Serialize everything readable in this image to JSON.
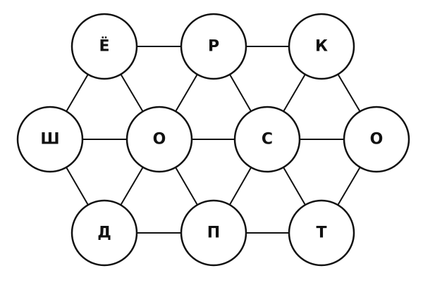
{
  "colors": {
    "stroke": "#111111",
    "fill": "#ffffff"
  },
  "nodes": [
    {
      "id": "top-left",
      "letter": "Ё"
    },
    {
      "id": "top-middle",
      "letter": "Р"
    },
    {
      "id": "top-right",
      "letter": "К"
    },
    {
      "id": "middle-1",
      "letter": "Ш"
    },
    {
      "id": "middle-2",
      "letter": "О"
    },
    {
      "id": "middle-3",
      "letter": "С"
    },
    {
      "id": "middle-4",
      "letter": "О"
    },
    {
      "id": "bottom-left",
      "letter": "Д"
    },
    {
      "id": "bottom-middle",
      "letter": "П"
    },
    {
      "id": "bottom-right",
      "letter": "Т"
    }
  ],
  "edges": [
    [
      "top-left",
      "top-middle"
    ],
    [
      "top-middle",
      "top-right"
    ],
    [
      "middle-1",
      "middle-2"
    ],
    [
      "middle-2",
      "middle-3"
    ],
    [
      "middle-3",
      "middle-4"
    ],
    [
      "bottom-left",
      "bottom-middle"
    ],
    [
      "bottom-middle",
      "bottom-right"
    ],
    [
      "top-left",
      "middle-1"
    ],
    [
      "top-left",
      "middle-2"
    ],
    [
      "top-middle",
      "middle-2"
    ],
    [
      "top-middle",
      "middle-3"
    ],
    [
      "top-right",
      "middle-3"
    ],
    [
      "top-right",
      "middle-4"
    ],
    [
      "middle-1",
      "bottom-left"
    ],
    [
      "middle-2",
      "bottom-left"
    ],
    [
      "middle-2",
      "bottom-middle"
    ],
    [
      "middle-3",
      "bottom-middle"
    ],
    [
      "middle-3",
      "bottom-right"
    ],
    [
      "middle-4",
      "bottom-right"
    ]
  ]
}
